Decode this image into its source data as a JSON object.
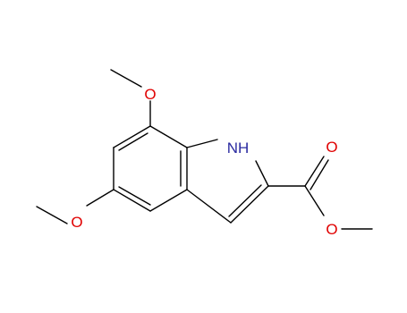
{
  "molecule": {
    "atoms": {
      "o_top": "O",
      "o_left": "O",
      "nh": "NH",
      "o_carbonyl": "O",
      "o_ester": "O"
    }
  },
  "colors": {
    "bond": "#000000",
    "oxygen": "#e00000",
    "nitrogen": "#2a2aa0"
  }
}
